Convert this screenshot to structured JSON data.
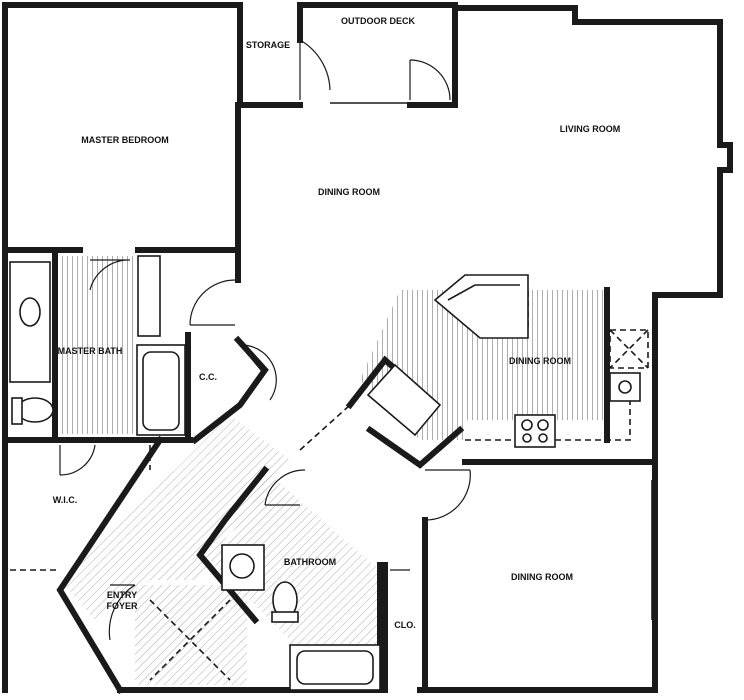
{
  "rooms": {
    "outdoor_deck": "OUTDOOR DECK",
    "storage": "STORAGE",
    "master_bedroom": "MASTER BEDROOM",
    "living_room": "LIVING ROOM",
    "dining_room_main": "DINING ROOM",
    "master_bath": "MASTER BATH",
    "cc": "C.C.",
    "dining_room_kitchen": "DINING ROOM",
    "wic": "W.I.C.",
    "entry_foyer_1": "ENTRY",
    "entry_foyer_2": "FOYER",
    "bathroom": "BATHROOM",
    "clo": "CLO.",
    "dining_room_lower": "DINING ROOM"
  }
}
